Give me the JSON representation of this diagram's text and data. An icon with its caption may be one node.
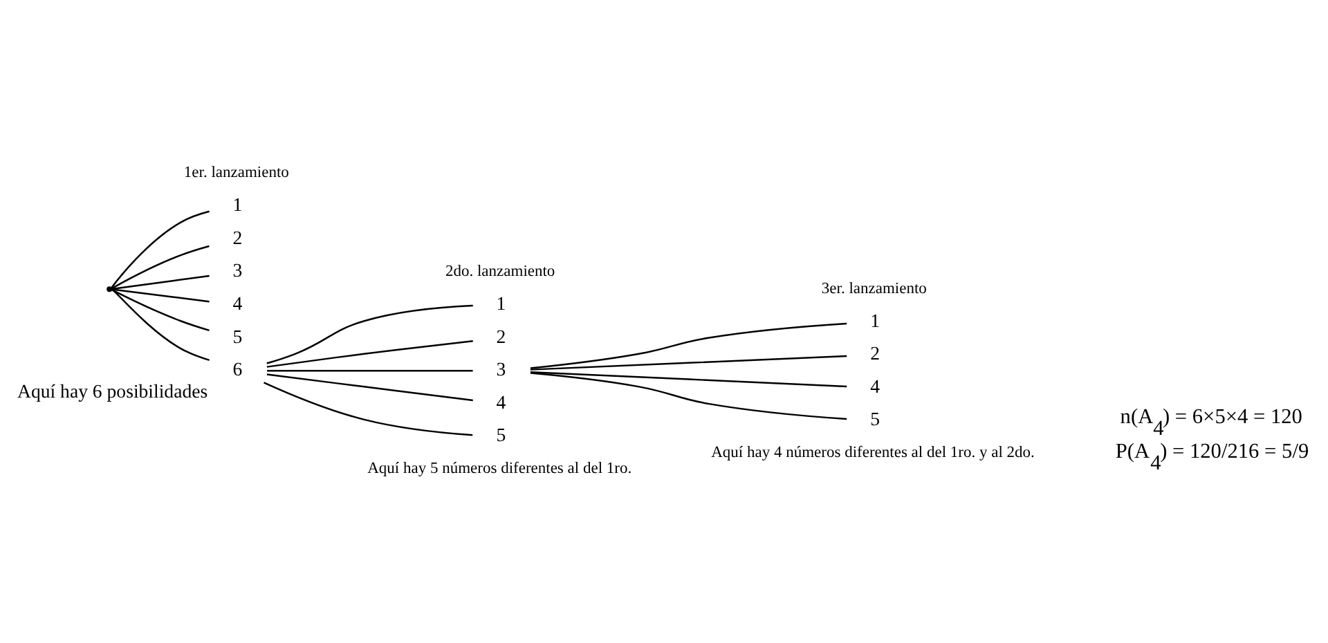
{
  "diagram": {
    "nodes": [
      {
        "text": [],
        "shape": "point"
      },
      {
        "text": [
          "1"
        ]
      },
      {
        "text": [
          "2"
        ]
      },
      {
        "text": [
          "3"
        ]
      },
      {
        "text": [
          "4"
        ]
      },
      {
        "text": [
          "5"
        ]
      },
      {
        "text": [
          "6"
        ],
        "beside": [
          "Aquí hay 6 posibilidades"
        ]
      },
      {
        "text": [
          "1"
        ]
      },
      {
        "text": [
          "2"
        ]
      },
      {
        "text": [
          "3"
        ]
      },
      {
        "text": [
          "4"
        ]
      },
      {
        "text": [
          "5"
        ]
      },
      {
        "text": [
          "1"
        ]
      },
      {
        "text": [
          "2"
        ]
      },
      {
        "text": [
          "4"
        ]
      },
      {
        "text": [
          "5"
        ]
      }
    ],
    "edges": [
      {
        "from": 0,
        "to": 1,
        "arrow": "none"
      },
      {
        "from": 0,
        "to": 2,
        "arrow": "none"
      },
      {
        "from": 0,
        "to": 3,
        "arrow": "none"
      },
      {
        "from": 0,
        "to": 4,
        "arrow": "none"
      },
      {
        "from": 0,
        "to": 5,
        "arrow": "none"
      },
      {
        "from": 0,
        "to": 6,
        "arrow": "none"
      },
      {
        "from": 6,
        "to": 7,
        "arrow": "none"
      },
      {
        "from": 6,
        "to": 8,
        "arrow": "none"
      },
      {
        "from": 6,
        "to": 9,
        "arrow": "none"
      },
      {
        "from": 6,
        "to": 10,
        "arrow": "none"
      },
      {
        "from": 6,
        "to": 11,
        "arrow": "none"
      },
      {
        "from": 9,
        "to": 12,
        "arrow": "none"
      },
      {
        "from": 9,
        "to": 13,
        "arrow": "none"
      },
      {
        "from": 9,
        "to": 14,
        "arrow": "none"
      },
      {
        "from": 9,
        "to": 15,
        "arrow": "none"
      }
    ],
    "labels": [
      "1er. lanzamiento",
      "2do. lanzamiento",
      "3er. lanzamiento",
      "Aquí hay 5 números diferentes al del 1ro.",
      "Aquí hay 4 números diferentes al del 1ro. y al 2do.",
      "n(A$_{4}$) = 6×5×4 = 120",
      "P(A$_{4}$) = 120/216 = 5/9"
    ]
  }
}
